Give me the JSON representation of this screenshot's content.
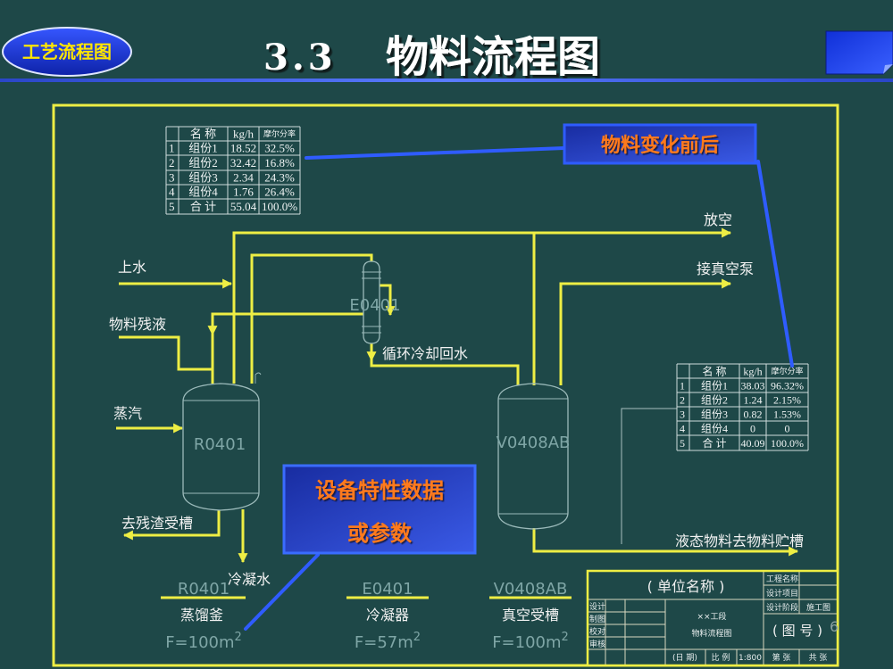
{
  "badge": {
    "label": "工艺流程图"
  },
  "title": {
    "number": "3.3",
    "text": "物料流程图"
  },
  "callouts": {
    "material_change": "物料变化前后",
    "equipment_data_line1": "设备特性数据",
    "equipment_data_line2": "或参数"
  },
  "table_before": {
    "header": [
      "名 称",
      "kg/h",
      "摩尔分率"
    ],
    "rows": [
      [
        "1",
        "组份1",
        "18.52",
        "32.5%"
      ],
      [
        "2",
        "组份2",
        "32.42",
        "16.8%"
      ],
      [
        "3",
        "组份3",
        "2.34",
        "24.3%"
      ],
      [
        "4",
        "组份4",
        "1.76",
        "26.4%"
      ],
      [
        "5",
        "合 计",
        "55.04",
        "100.0%"
      ]
    ]
  },
  "table_after": {
    "header": [
      "名 称",
      "kg/h",
      "摩尔分率"
    ],
    "rows": [
      [
        "1",
        "组份1",
        "38.03",
        "96.32%"
      ],
      [
        "2",
        "组份2",
        "1.24",
        "2.15%"
      ],
      [
        "3",
        "组份3",
        "0.82",
        "1.53%"
      ],
      [
        "4",
        "组份4",
        "0",
        "0"
      ],
      [
        "5",
        "合 计",
        "40.09",
        "100.0%"
      ]
    ]
  },
  "streams": {
    "vent": "放空",
    "vacuum": "接真空泵",
    "water_in": "上水",
    "residue_feed": "物料残液",
    "cooling_return": "循环冷却回水",
    "steam": "蒸汽",
    "to_residue": "去残渣受槽",
    "condensate": "冷凝水",
    "to_storage": "液态物料去物料贮槽"
  },
  "equipment": [
    {
      "tag": "R0401",
      "name": "蒸馏釜",
      "area": "F=100m",
      "area_exp": "2"
    },
    {
      "tag": "E0401",
      "name": "冷凝器",
      "area": "F=57m",
      "area_exp": "2"
    },
    {
      "tag": "V0408AB",
      "name": "真空受槽",
      "area": "F=100m",
      "area_exp": "2"
    }
  ],
  "title_block": {
    "unit_name": "( 单位名称 )",
    "section": "××工段",
    "drawing_name": "物料流程图",
    "project_name": "工程名称",
    "design_item": "设计项目",
    "design_stage": "设计阶段",
    "stage_value": "施工图",
    "drawing_no": "( 图 号 )",
    "roles": [
      "设计",
      "制图",
      "校对",
      "审核"
    ],
    "date": "(日 期)",
    "scale_label": "比 例",
    "scale": "1:800",
    "sheet": "第 张",
    "total": "共 张"
  },
  "page_number": "6",
  "colors": {
    "background": "#1e4848",
    "pipe": "#eeee44",
    "leader": "#2f5cff",
    "callout_text": "#ff7a1a",
    "badge_text": "#ffe600"
  }
}
